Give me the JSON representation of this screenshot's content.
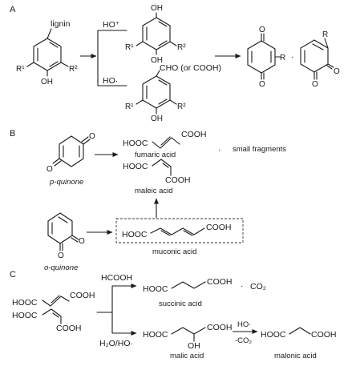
{
  "panels": {
    "a": "A",
    "b": "B",
    "c": "C"
  },
  "panel_a": {
    "lignin": "lignin",
    "r1": "R¹",
    "r2": "R²",
    "oh": "OH",
    "ho_plus": "HO⁺",
    "ho_rad": "HO·",
    "cho": "CHO (or COOH)",
    "r": "R",
    "o": "O",
    "plus": "·"
  },
  "panel_b": {
    "p_quinone": "p-quinone",
    "o_quinone": "o-quinone",
    "fumaric": "fumaric acid",
    "maleic": "maleic acid",
    "muconic": "muconic acid",
    "small_fragments": "small fragments",
    "hooc": "HOOC",
    "cooh": "COOH",
    "o": "O",
    "plus": "·"
  },
  "panel_c": {
    "hcooh": "HCOOH",
    "h2o_ho": "H₂O/HO·",
    "succinic": "succinic acid",
    "co2": "CO₂",
    "malic": "malic acid",
    "ho_rad": "HO·",
    "minus_co2": "-CO₂",
    "malonic": "malonic acid",
    "hooc": "HOOC",
    "cooh": "COOH",
    "oh": "OH",
    "plus": "·"
  }
}
